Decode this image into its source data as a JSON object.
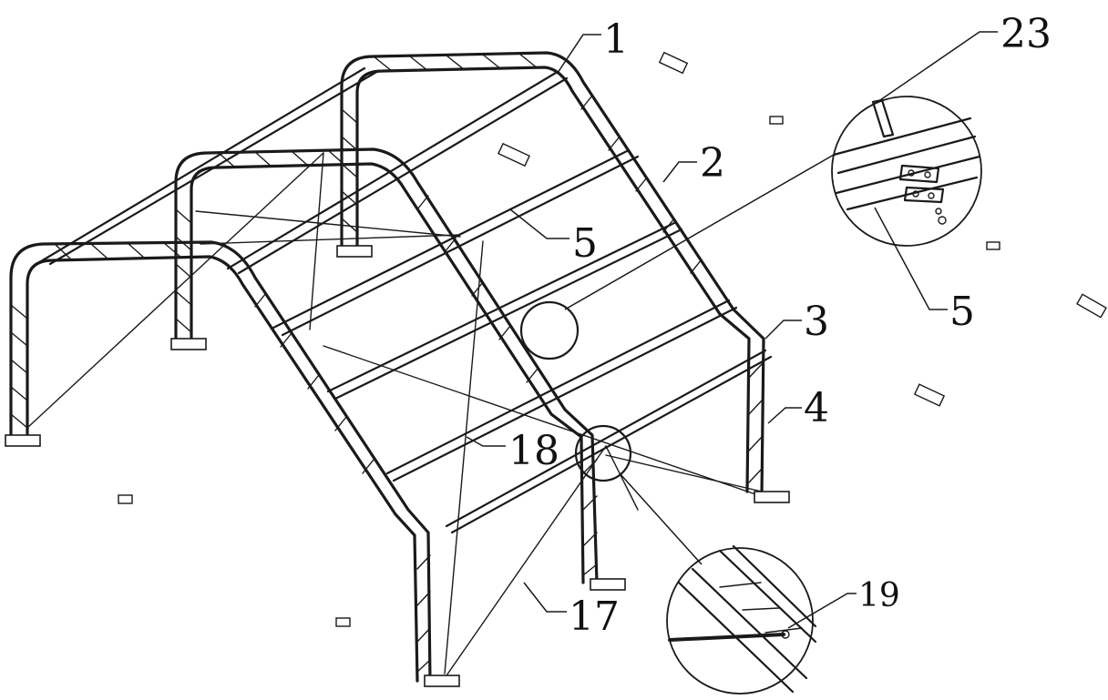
{
  "figure": {
    "callouts": [
      {
        "id": "c1",
        "text": "1"
      },
      {
        "id": "c2",
        "text": "2"
      },
      {
        "id": "c3",
        "text": "3"
      },
      {
        "id": "c4",
        "text": "4"
      },
      {
        "id": "c5a",
        "text": "5"
      },
      {
        "id": "c5b",
        "text": "5"
      },
      {
        "id": "c17",
        "text": "17"
      },
      {
        "id": "c18",
        "text": "18"
      },
      {
        "id": "c19",
        "text": "19"
      },
      {
        "id": "c23",
        "text": "23"
      }
    ]
  }
}
